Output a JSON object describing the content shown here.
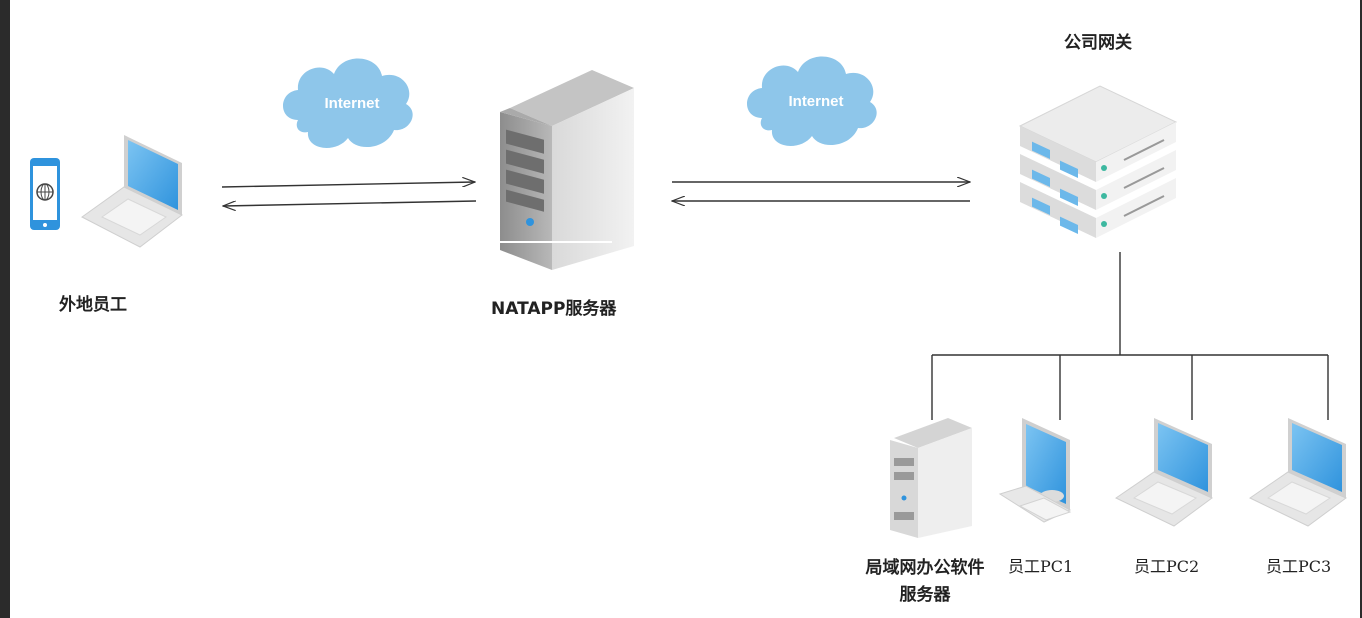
{
  "nodes": {
    "remote_staff": "外地员工",
    "natapp_server": "NATAPP服务器",
    "gateway": "公司网关",
    "lan_server_line1": "局域网办公软件",
    "lan_server_line2": "服务器",
    "pc1": "员工PC1",
    "pc2": "员工PC2",
    "pc3": "员工PC3"
  },
  "clouds": {
    "left": "Internet",
    "right": "Internet"
  },
  "icons": {
    "phone": "smartphone-icon",
    "laptop": "laptop-icon",
    "tower": "tower-server-icon",
    "rack": "rack-server-icon",
    "monitor": "desktop-monitor-icon",
    "cloud": "cloud-icon"
  },
  "colors": {
    "cloud": "#8ec6ea",
    "screen": "#4aa8e8",
    "server_gray": "#9a9a9a",
    "line": "#333333"
  }
}
